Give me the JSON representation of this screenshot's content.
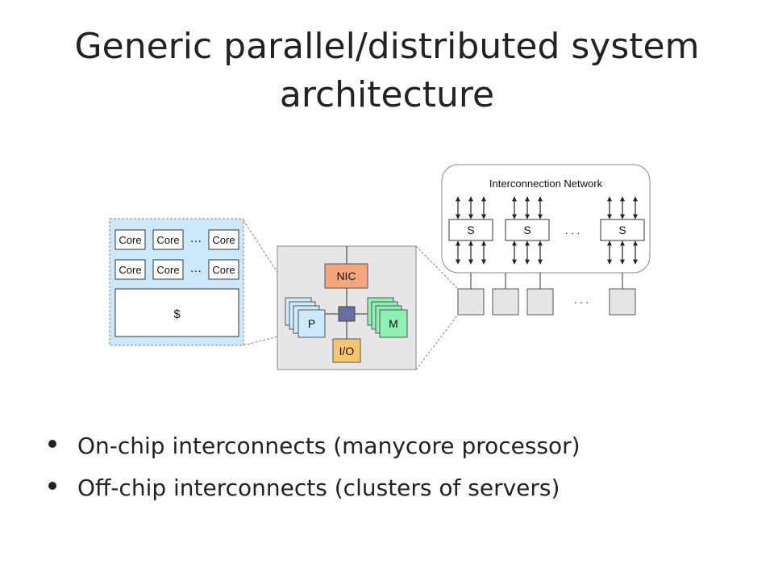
{
  "slide": {
    "title_line1": "Generic parallel/distributed system",
    "title_line2": "architecture",
    "bullets": [
      "On-chip interconnects (manycore processor)",
      "Off-chip interconnects (clusters of servers)"
    ]
  },
  "diagram": {
    "chip": {
      "core_label": "Core",
      "ellipsis": "…",
      "cache_label": "$"
    },
    "node": {
      "nic_label": "NIC",
      "processor_label": "P",
      "memory_label": "M",
      "io_label": "I/O"
    },
    "network": {
      "title": "Interconnection Network",
      "switch_label": "S",
      "ellipsis": ". . ."
    },
    "colors": {
      "chip_fill": "#cce9fb",
      "node_fill": "#e6e6e6",
      "nic_fill": "#f5a67f",
      "io_fill": "#f6c56f",
      "processor_fill": "#cde9fa",
      "memory_fill": "#8ef0b2",
      "router_fill": "#6a6fa0"
    }
  }
}
